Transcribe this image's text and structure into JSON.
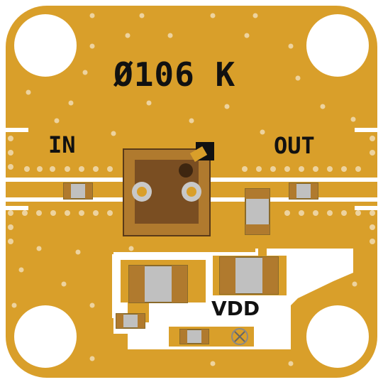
{
  "board": {
    "part_number": "Ø106 K",
    "in_label": "IN",
    "out_label": "OUT",
    "vdd_label": "VDD"
  },
  "colors": {
    "gold": "#d99f2a",
    "white": "#ffffff",
    "component_tan": "#b07a2e",
    "component_gray": "#c0c0c0",
    "chip_body": "#7a4e22",
    "text": "#111111"
  },
  "icons": [
    "mounting-hole",
    "via",
    "ground-pad",
    "capacitor",
    "resistor",
    "ic-package"
  ]
}
